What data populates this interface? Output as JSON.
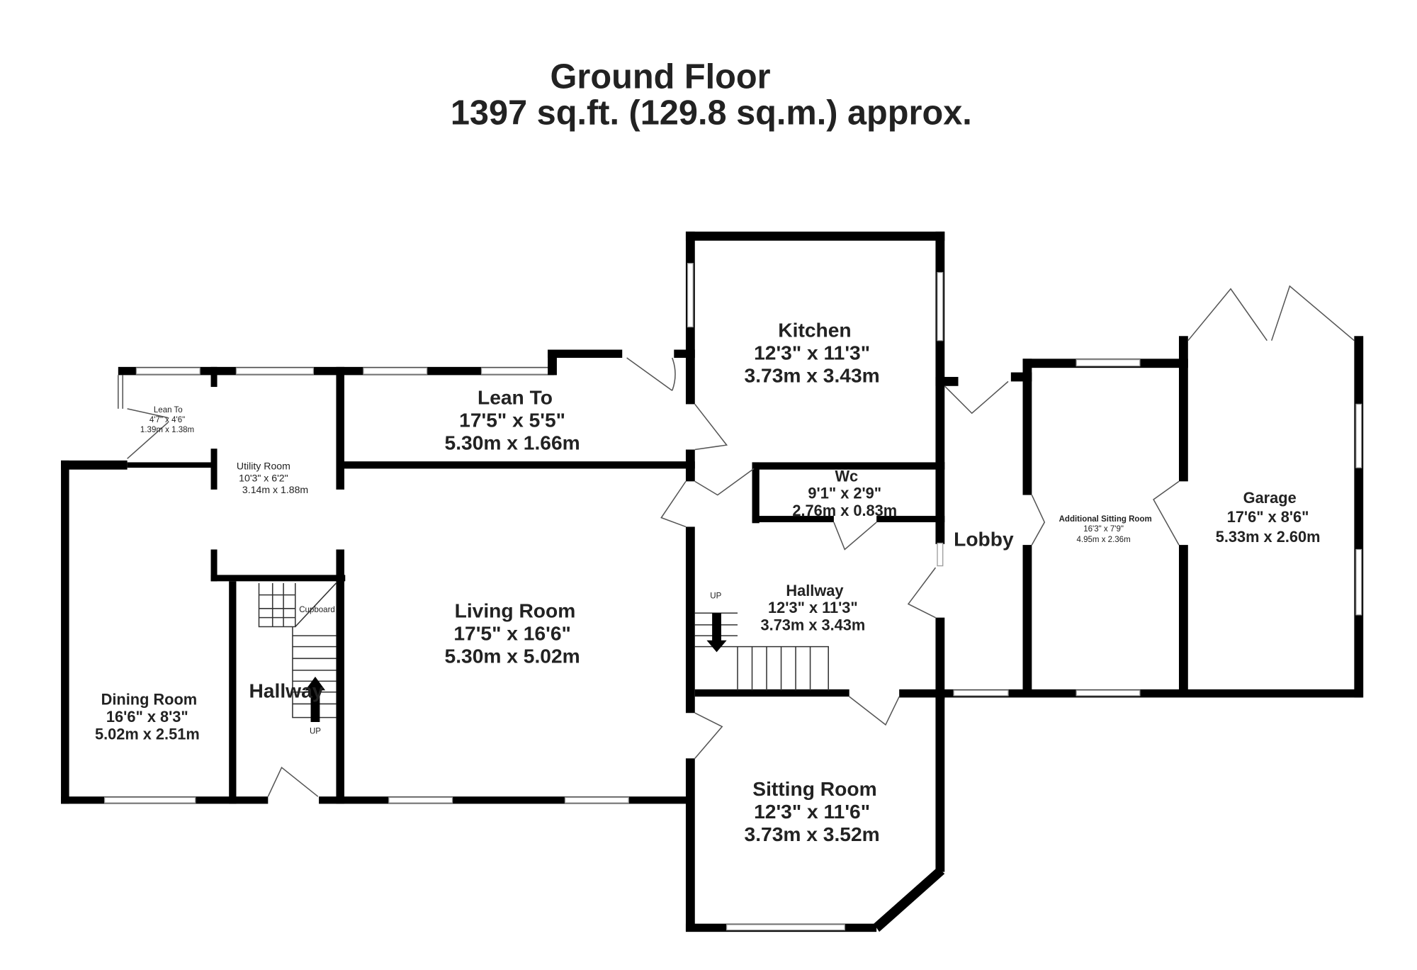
{
  "header": {
    "title": "Ground Floor",
    "subtitle": "1397 sq.ft. (129.8 sq.m.) approx."
  },
  "rooms": {
    "kitchen": {
      "name": "Kitchen",
      "imperial": "12'3\"  x 11'3\"",
      "metric": "3.73m  x 3.43m"
    },
    "lean_to_large": {
      "name": "Lean To",
      "imperial": "17'5\"  x 5'5\"",
      "metric": "5.30m  x 1.66m"
    },
    "lean_to_small": {
      "name": "Lean To",
      "imperial": "4'7\"  x 4'6\"",
      "metric": "1.39m  x 1.38m"
    },
    "utility": {
      "name": "Utility Room",
      "imperial": "10'3\"  x 6'2\"",
      "metric": "3.14m  x 1.88m"
    },
    "wc": {
      "name": "Wc",
      "imperial": "9'1\"  x 2'9\"",
      "metric": "2.76m  x 0.83m"
    },
    "lobby": {
      "name": "Lobby"
    },
    "additional_sitting": {
      "name": "Additional Sitting Room",
      "imperial": "16'3\"  x 7'9\"",
      "metric": "4.95m  x 2.36m"
    },
    "garage": {
      "name": "Garage",
      "imperial": "17'6\"  x 8'6\"",
      "metric": "5.33m  x 2.60m"
    },
    "living": {
      "name": "Living Room",
      "imperial": "17'5\"  x 16'6\"",
      "metric": "5.30m  x 5.02m"
    },
    "hallway_main": {
      "name": "Hallway",
      "imperial": "12'3\"  x 11'3\"",
      "metric": "3.73m  x 3.43m"
    },
    "hallway_left": {
      "name": "Hallway"
    },
    "dining": {
      "name": "Dining Room",
      "imperial": "16'6\"  x 8'3\"",
      "metric": "5.02m  x 2.51m"
    },
    "sitting": {
      "name": "Sitting Room",
      "imperial": "12'3\"  x 11'6\"",
      "metric": "3.73m  x 3.52m"
    }
  },
  "labels": {
    "cupboard": "Cupboard",
    "stairs_up_left": "UP",
    "stairs_up_main": "UP"
  }
}
